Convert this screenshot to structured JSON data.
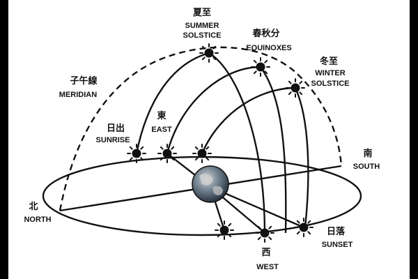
{
  "labels": {
    "summer_zh": "夏至",
    "summer_en1": "SUMMER",
    "summer_en2": "SOLSTICE",
    "equinox_zh": "春秋分",
    "equinox_en": "EQUINOXES",
    "winter_zh": "冬至",
    "winter_en1": "WINTER",
    "winter_en2": "SOLSTICE",
    "meridian_zh": "子午線",
    "meridian_en": "MERIDIAN",
    "sunrise_zh": "日出",
    "sunrise_en": "SUNRISE",
    "east_zh": "東",
    "east_en": "EAST",
    "south_zh": "南",
    "south_en": "SOUTH",
    "north_zh": "北",
    "north_en": "NORTH",
    "west_zh": "西",
    "west_en": "WEST",
    "sunset_zh": "日落",
    "sunset_en": "SUNSET"
  },
  "colors": {
    "background": "#ffffff",
    "frame": "#000000",
    "ink": "#111111",
    "earth_ocean": "#4a5a6a",
    "earth_land": "#c9c9c9"
  },
  "icons": [
    "sun-icon",
    "earth-icon"
  ]
}
